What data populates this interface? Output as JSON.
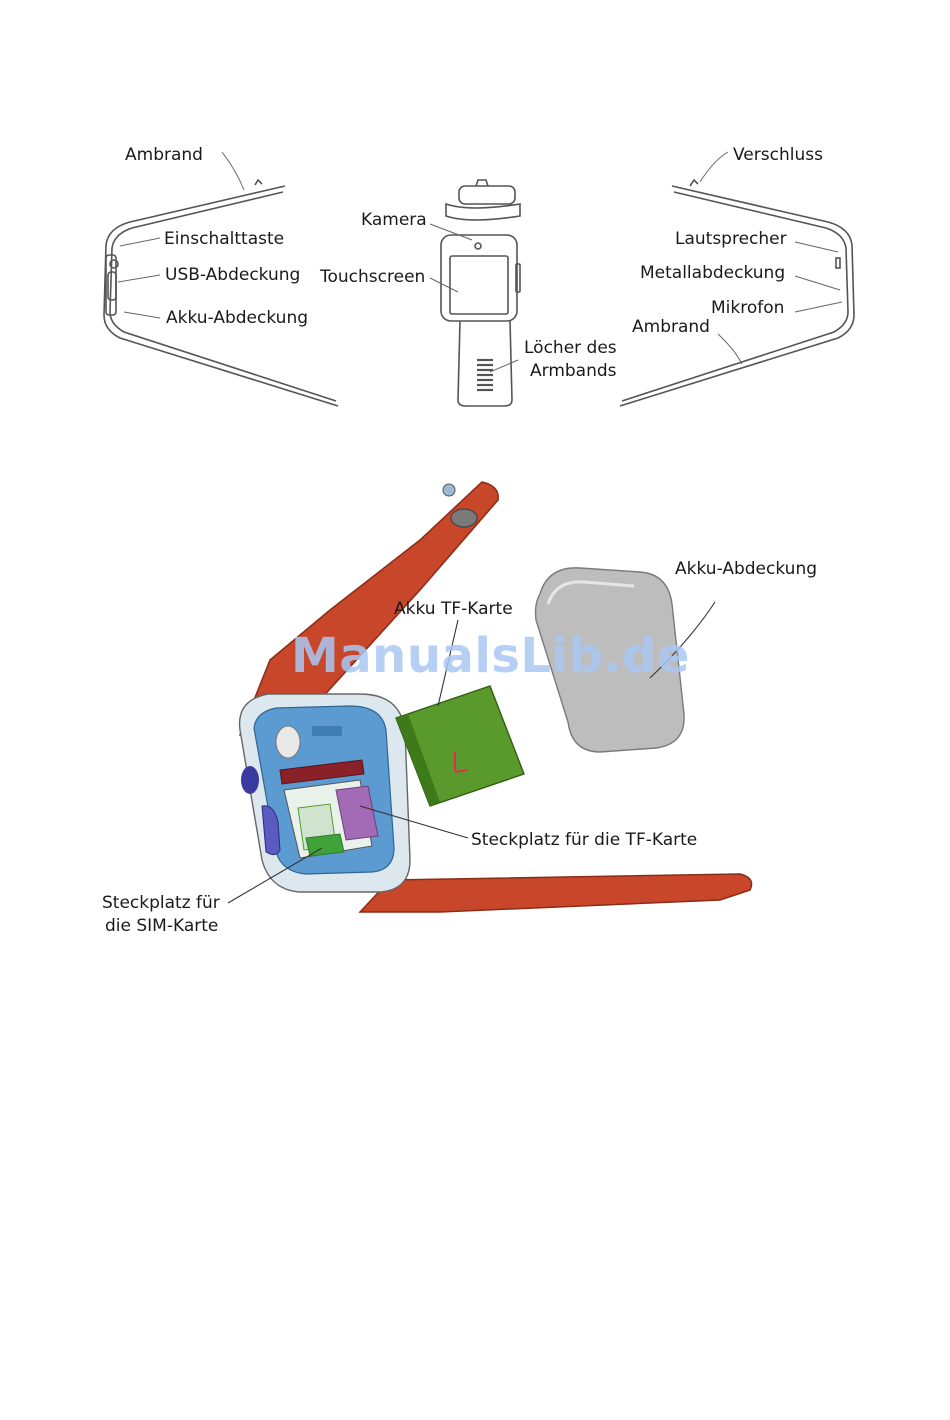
{
  "diagram_top": {
    "left_view": {
      "ambrand": "Ambrand",
      "einschalttaste": "Einschalttaste",
      "usb_abdeckung": "USB-Abdeckung",
      "akku_abdeckung": "Akku-Abdeckung"
    },
    "front_view": {
      "kamera": "Kamera",
      "touchscreen": "Touchscreen",
      "loecher_line1": "Löcher des",
      "loecher_line2": "Armbands"
    },
    "right_view": {
      "verschluss": "Verschluss",
      "lautsprecher": "Lautsprecher",
      "metallabdeckung": "Metallabdeckung",
      "mikrofon": "Mikrofon",
      "ambrand": "Ambrand"
    }
  },
  "diagram_bottom": {
    "akku_tf_karte": "Akku TF-Karte",
    "akku_abdeckung": "Akku-Abdeckung",
    "steckplatz_tf": "Steckplatz für die TF-Karte",
    "steckplatz_sim_line1": "Steckplatz für",
    "steckplatz_sim_line2": "die SIM-Karte"
  },
  "watermark": "ManualsLib.de",
  "colors": {
    "strap": "#c8462a",
    "body_blue": "#5b9bd1",
    "battery_green": "#5a9a2c",
    "cover_grey": "#bdbdbd",
    "sim_purple": "#a36bb5",
    "line_art": "#555555"
  }
}
